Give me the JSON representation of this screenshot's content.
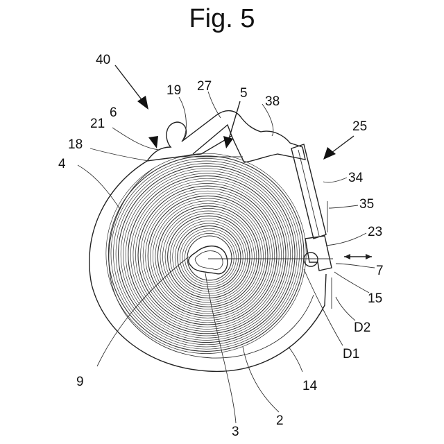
{
  "figure": {
    "title": "Fig. 5",
    "callouts": [
      {
        "id": "c40",
        "text": "40"
      },
      {
        "id": "c19",
        "text": "19"
      },
      {
        "id": "c27",
        "text": "27"
      },
      {
        "id": "c5",
        "text": "5"
      },
      {
        "id": "c38",
        "text": "38"
      },
      {
        "id": "c6",
        "text": "6"
      },
      {
        "id": "c21",
        "text": "21"
      },
      {
        "id": "c18",
        "text": "18"
      },
      {
        "id": "c25",
        "text": "25"
      },
      {
        "id": "c4",
        "text": "4"
      },
      {
        "id": "c34",
        "text": "34"
      },
      {
        "id": "c35",
        "text": "35"
      },
      {
        "id": "c23",
        "text": "23"
      },
      {
        "id": "c7",
        "text": "7"
      },
      {
        "id": "c15",
        "text": "15"
      },
      {
        "id": "cD2",
        "text": "D2"
      },
      {
        "id": "cD1",
        "text": "D1"
      },
      {
        "id": "c9",
        "text": "9"
      },
      {
        "id": "c14",
        "text": "14"
      },
      {
        "id": "c2",
        "text": "2"
      },
      {
        "id": "c3",
        "text": "3"
      }
    ]
  }
}
